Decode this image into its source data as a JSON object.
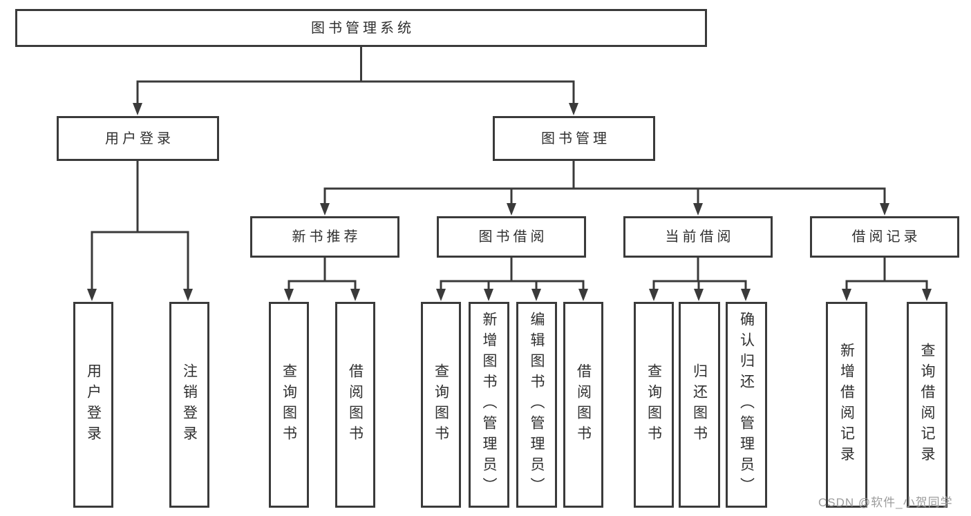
{
  "diagram": {
    "root": {
      "label": "图书管理系统"
    },
    "level2": [
      {
        "label": "用户登录",
        "children": [
          {
            "label": "用户登录"
          },
          {
            "label": "注销登录"
          }
        ]
      },
      {
        "label": "图书管理",
        "children": [
          {
            "label": "新书推荐",
            "children": [
              {
                "label": "查询图书"
              },
              {
                "label": "借阅图书"
              }
            ]
          },
          {
            "label": "图书借阅",
            "children": [
              {
                "label": "查询图书"
              },
              {
                "label": "新增图书（管理员）"
              },
              {
                "label": "编辑图书（管理员）"
              },
              {
                "label": "借阅图书"
              }
            ]
          },
          {
            "label": "当前借阅",
            "children": [
              {
                "label": "查询图书"
              },
              {
                "label": "归还图书"
              },
              {
                "label": "确认归还（管理员）"
              }
            ]
          },
          {
            "label": "借阅记录",
            "children": [
              {
                "label": "新增借阅记录"
              },
              {
                "label": "查询借阅记录"
              }
            ]
          }
        ]
      }
    ]
  },
  "watermark": {
    "text": "CSDN @软件_小贺同学"
  },
  "colors": {
    "line": "#3a3a3a",
    "text": "#2f2f2f",
    "watermark": "#9c9c9c",
    "background": "#ffffff"
  }
}
